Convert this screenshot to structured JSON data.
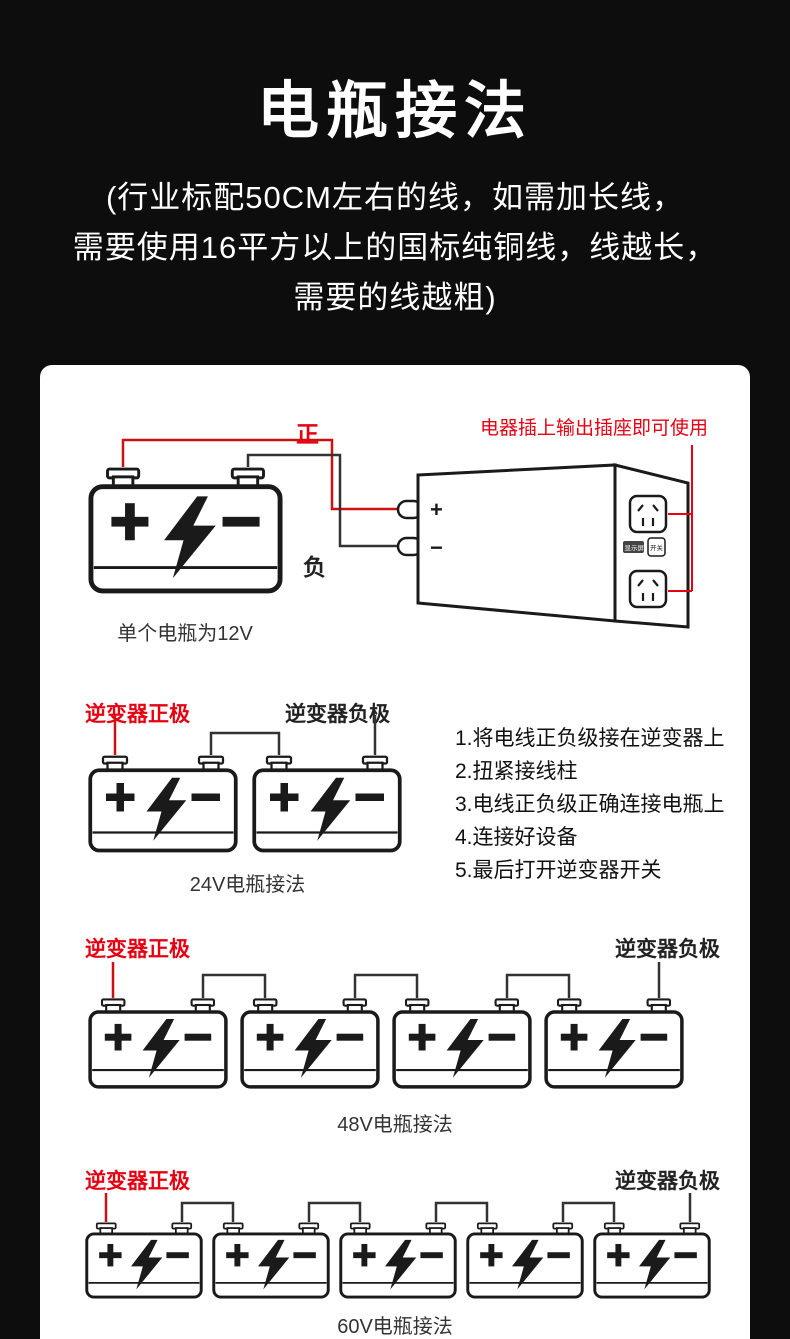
{
  "page": {
    "title": "电瓶接法",
    "subtitle_lines": [
      "(行业标配50CM左右的线，如需加长线，",
      "需要使用16平方以上的国标纯铜线，线越长，",
      "需要的线越粗)"
    ]
  },
  "section_single": {
    "positive_wire_label": "正",
    "negative_wire_label": "负",
    "socket_note": "电器插上输出插座即可使用",
    "caption": "单个电瓶为12V",
    "inverter": {
      "plus_label": "+",
      "minus_label": "−",
      "display_label": "显示屏",
      "switch_label": "开关"
    }
  },
  "section_24v": {
    "positive_label": "逆变器正极",
    "negative_label": "逆变器负极",
    "caption": "24V电瓶接法",
    "steps": [
      "1.将电线正负级接在逆变器上",
      "2.扭紧接线柱",
      "3.电线正负级正确连接电瓶上",
      "4.连接好设备",
      "5.最后打开逆变器开关"
    ]
  },
  "section_48v": {
    "positive_label": "逆变器正极",
    "negative_label": "逆变器负极",
    "caption": "48V电瓶接法"
  },
  "section_60v": {
    "positive_label": "逆变器正极",
    "negative_label": "逆变器负极",
    "caption": "60V电瓶接法"
  },
  "colors": {
    "accent_red": "#e60012",
    "wire_red": "#cc1111",
    "wire_dark": "#333333",
    "panel_bg": "#ffffff",
    "page_bg": "#0d0d0d"
  }
}
